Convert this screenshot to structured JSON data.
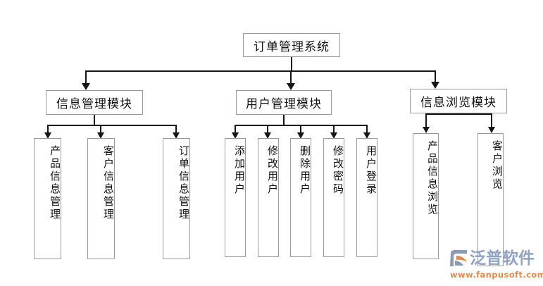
{
  "diagram": {
    "title": "订单管理系统",
    "root": {
      "label": "订单管理系统"
    },
    "modules": [
      {
        "label": "信息管理模块"
      },
      {
        "label": "用户管理模块"
      },
      {
        "label": "信息浏览模块"
      }
    ],
    "leaves": {
      "info_management": [
        {
          "label": "产品信息管理"
        },
        {
          "label": "客户信息管理"
        },
        {
          "label": "订单信息管理"
        }
      ],
      "user_management": [
        {
          "label": "添加用户"
        },
        {
          "label": "修改用户"
        },
        {
          "label": "删除用户"
        },
        {
          "label": "修改密码"
        },
        {
          "label": "用户登录"
        }
      ],
      "info_browse": [
        {
          "label": "产品信息浏览"
        },
        {
          "label": "客户浏览"
        }
      ]
    },
    "colors": {
      "box_border": "#9a9a9a",
      "connector": "#151515",
      "background": "#ffffff",
      "text": "#111111"
    }
  },
  "watermark": {
    "brand": "泛普软件",
    "url": "www.fanpusoft.com",
    "brand_color": "#8ea2c4",
    "url_color": "#e08a4b",
    "mark_color_blue": "#8a9bb8",
    "mark_color_orange": "#e08a4b"
  }
}
